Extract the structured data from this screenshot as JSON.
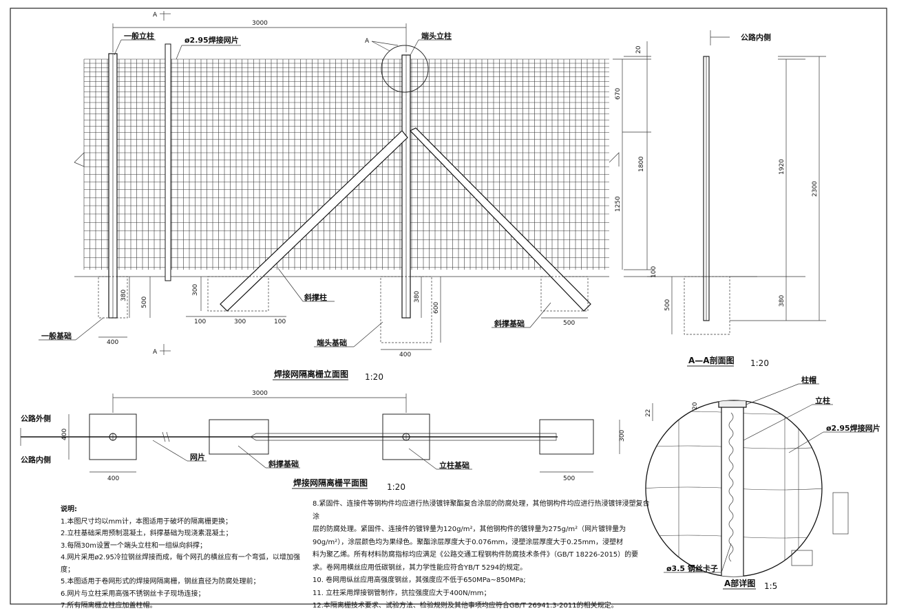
{
  "elevation": {
    "title": "焊接网隔离栅立面图",
    "scale": "1:20",
    "dims": {
      "span": "3000",
      "d20": "20",
      "d670": "670",
      "d1800": "1800",
      "d1250": "1250",
      "d100_right": "100",
      "d380_left": "380",
      "d500_left": "500",
      "d300": "300",
      "d100_a": "100",
      "d300_b": "300",
      "d100_b": "100",
      "d400_left": "400",
      "d380_mid": "380",
      "d600": "600",
      "d400_mid": "400",
      "d500_right": "500"
    },
    "labels": {
      "section_mark_top": "A",
      "section_mark_bottom": "A",
      "general_post": "一般立柱",
      "mesh": "ø2.95焊接网片",
      "end_post": "端头立柱",
      "mark_a": "A",
      "brace_post": "斜撑柱",
      "general_foundation": "一般基础",
      "end_foundation": "端头基础",
      "brace_foundation": "斜撑基础"
    }
  },
  "section": {
    "title": "A—A剖面图",
    "scale": "1:20",
    "road_inner": "公路内侧",
    "dims": {
      "d20": "20",
      "d1920": "1920",
      "d2300": "2300",
      "d100": "100",
      "d500": "500",
      "d380": "380"
    }
  },
  "plan": {
    "title": "焊接网隔离栅平面图",
    "scale": "1:20",
    "outer": "公路外侧",
    "inner": "公路内侧",
    "dims": {
      "span": "3000",
      "d400_h": "400",
      "d400_w": "400",
      "d300": "300",
      "d500": "500"
    },
    "labels": {
      "mesh": "网片",
      "brace_foundation": "斜撑基础",
      "post_foundation": "立柱基础"
    }
  },
  "detail": {
    "title": "A部详图",
    "scale": "1:5",
    "labels": {
      "cap": "柱帽",
      "post": "立柱",
      "mesh": "ø2.95焊接网片",
      "clip": "ø3.5  钢丝卡子"
    },
    "dims": {
      "d22": "22",
      "d20": "20"
    }
  },
  "notes": {
    "heading": "说明:",
    "left": [
      "1.本图尺寸均以mm计，本图适用于破坏的隔离栅更换；",
      "2.立柱基础采用预制混凝土，斜撑基础为现浇素混凝土；",
      "3.每隔30m设置一个端头立柱和一组纵向斜撑；",
      "4.网片采用ø2.95冷拉钢丝焊接而成，每个网孔的横丝应有一个弯弧，以增加强度；",
      "5.本图适用于卷网形式的焊接网隔离栅，钢丝直径为防腐处理前；",
      "6.网片与立柱采用高强不锈钢丝卡子现场连接；",
      "7.所有隔离栅立柱应加盖柱帽。"
    ],
    "right": [
      "8.紧固件、连接件等钢构件均应进行热浸镀锌聚酯复合涂层的防腐处理，其他钢构件均应进行热浸镀锌浸塑复合涂",
      "层的防腐处理。紧固件、连接件的镀锌量为120g/m²，其他钢构件的镀锌量为275g/m²（网片镀锌量为",
      "90g/m²），涂层颜色均为果绿色。聚酯涂层厚度大于0.076mm，浸塑涂层厚度大于0.25mm，浸塑材",
      "料为聚乙烯。所有材料防腐指标均应满足《公路交通工程钢构件防腐技术条件》（GB/T 18226-2015）的要",
      "求。卷网用横丝应用低碳钢丝，其力学性能应符合YB/T 5294的规定。",
      "10. 卷网用纵丝应用高强度钢丝，其强度应不低于650MPa~850MPa;",
      "11. 立柱采用焊接钢管制作，抗拉强度应大于400N/mm；",
      "12.本隔离栅技术要求、试验方法、检验规则及其他事项均应符合GB/T 26941.3-2011的相关规定。"
    ]
  }
}
